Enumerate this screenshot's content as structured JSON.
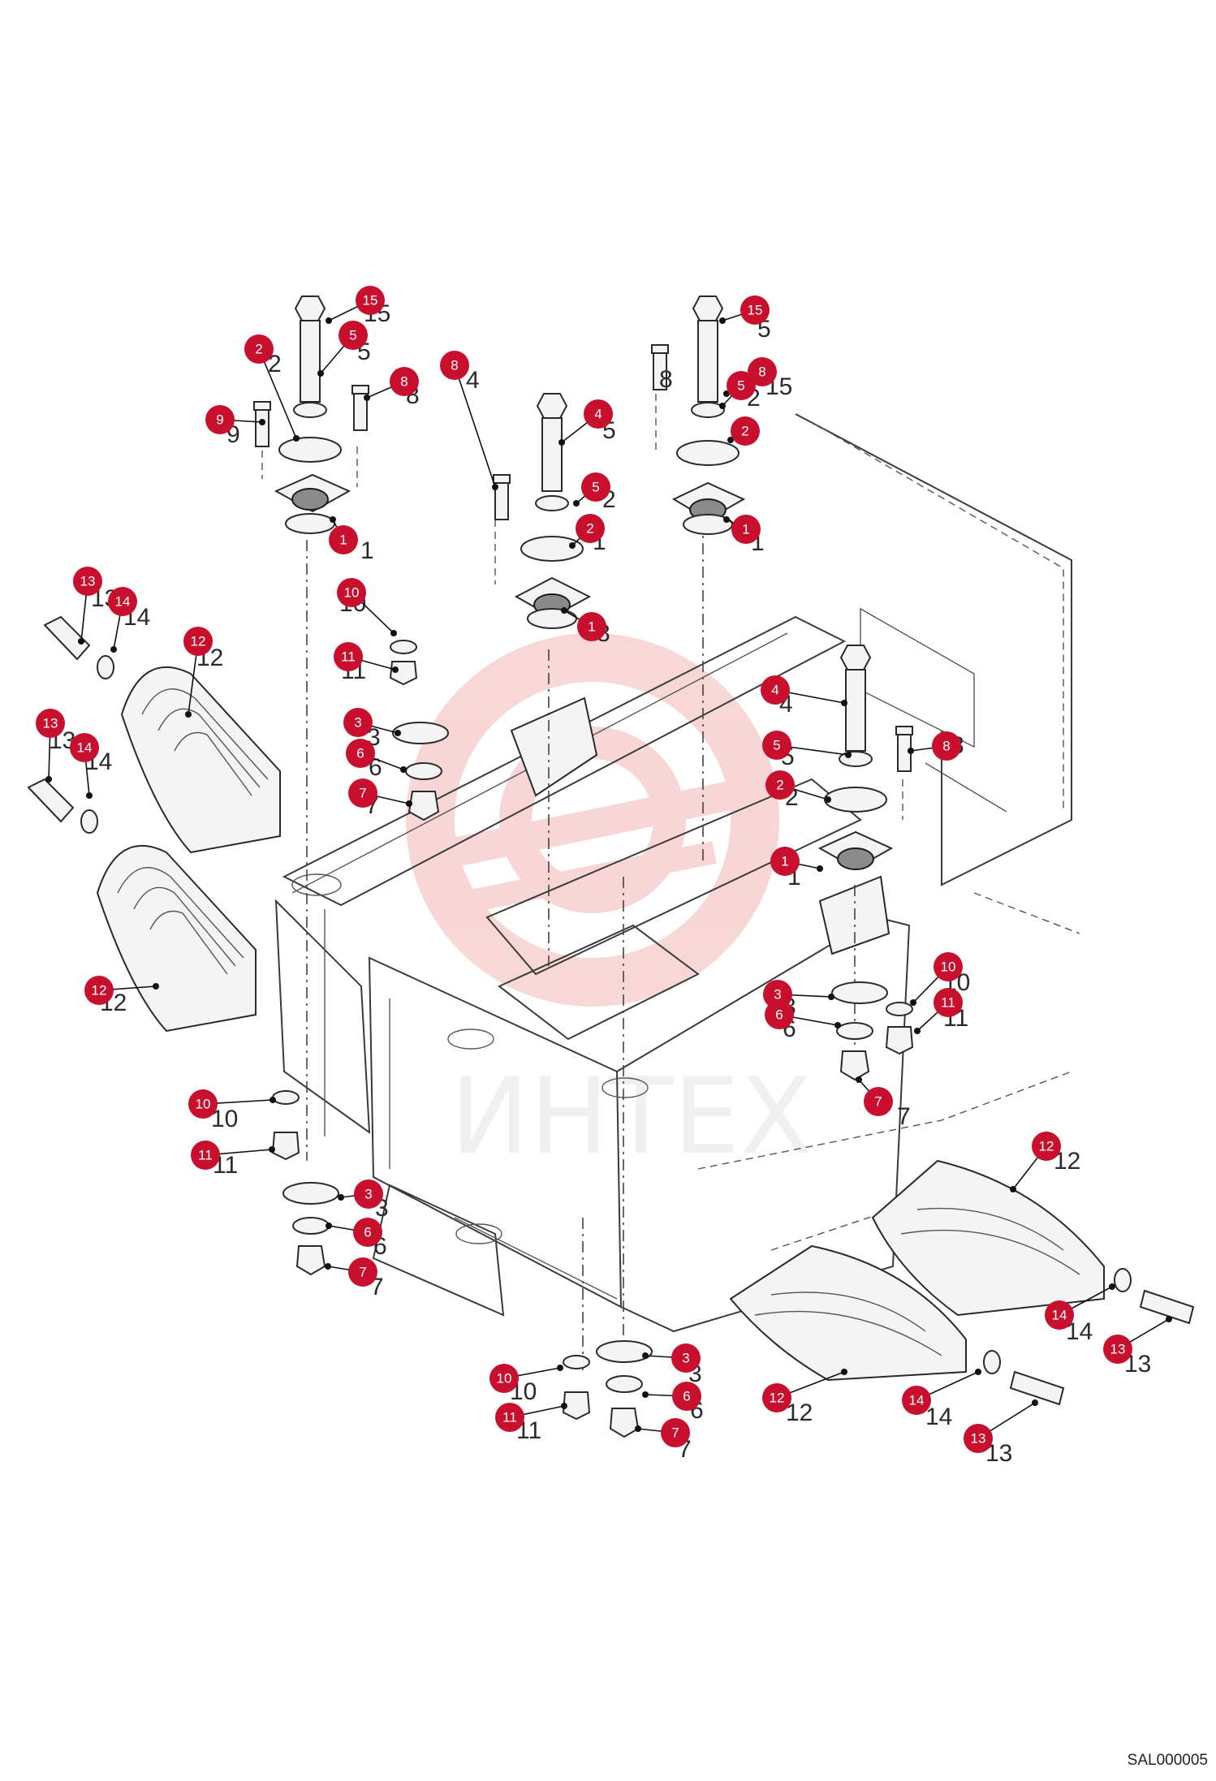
{
  "diagram_code": "SAL000005",
  "watermark_text": "ИНТЕХ",
  "colors": {
    "callout": "#c8102e",
    "watermark": "#f3b6b6",
    "line": "#3a3a3a"
  },
  "callouts": [
    {
      "id": "c1",
      "label": "15"
    },
    {
      "id": "c2",
      "label": "5"
    },
    {
      "id": "c3",
      "label": "2"
    },
    {
      "id": "c4",
      "label": "8"
    },
    {
      "id": "c5",
      "label": "9"
    },
    {
      "id": "c6",
      "label": "1"
    },
    {
      "id": "c7",
      "label": "8"
    },
    {
      "id": "c8",
      "label": "4"
    },
    {
      "id": "c9",
      "label": "5"
    },
    {
      "id": "c10",
      "label": "2"
    },
    {
      "id": "c11",
      "label": "1"
    },
    {
      "id": "c12",
      "label": "8"
    },
    {
      "id": "c13",
      "label": "15"
    },
    {
      "id": "c14",
      "label": "5"
    },
    {
      "id": "c15",
      "label": "2"
    },
    {
      "id": "c16",
      "label": "1"
    },
    {
      "id": "c17",
      "label": "10"
    },
    {
      "id": "c18",
      "label": "11"
    },
    {
      "id": "c19",
      "label": "3"
    },
    {
      "id": "c20",
      "label": "6"
    },
    {
      "id": "c21",
      "label": "7"
    },
    {
      "id": "c22",
      "label": "13"
    },
    {
      "id": "c23",
      "label": "14"
    },
    {
      "id": "c24",
      "label": "12"
    },
    {
      "id": "c25",
      "label": "13"
    },
    {
      "id": "c26",
      "label": "14"
    },
    {
      "id": "c27",
      "label": "12"
    },
    {
      "id": "c28",
      "label": "4"
    },
    {
      "id": "c29",
      "label": "5"
    },
    {
      "id": "c30",
      "label": "8"
    },
    {
      "id": "c31",
      "label": "2"
    },
    {
      "id": "c32",
      "label": "1"
    },
    {
      "id": "c33",
      "label": "10"
    },
    {
      "id": "c34",
      "label": "11"
    },
    {
      "id": "c35",
      "label": "3"
    },
    {
      "id": "c36",
      "label": "6"
    },
    {
      "id": "c37",
      "label": "7"
    },
    {
      "id": "c38",
      "label": "10"
    },
    {
      "id": "c39",
      "label": "11"
    },
    {
      "id": "c40",
      "label": "3"
    },
    {
      "id": "c41",
      "label": "6"
    },
    {
      "id": "c42",
      "label": "7"
    },
    {
      "id": "c43",
      "label": "12"
    },
    {
      "id": "c44",
      "label": "14"
    },
    {
      "id": "c45",
      "label": "13"
    },
    {
      "id": "c46",
      "label": "10"
    },
    {
      "id": "c47",
      "label": "11"
    },
    {
      "id": "c48",
      "label": "3"
    },
    {
      "id": "c49",
      "label": "6"
    },
    {
      "id": "c50",
      "label": "7"
    },
    {
      "id": "c51",
      "label": "12"
    },
    {
      "id": "c52",
      "label": "14"
    },
    {
      "id": "c53",
      "label": "13"
    }
  ],
  "part_numbers": [
    "15",
    "5",
    "2",
    "8",
    "9",
    "1",
    "4",
    "5",
    "2",
    "1",
    "8",
    "15",
    "5",
    "2",
    "1",
    "10",
    "11",
    "3",
    "6",
    "7",
    "13",
    "14",
    "12",
    "13",
    "14",
    "12",
    "4",
    "5",
    "8",
    "2",
    "1",
    "10",
    "11",
    "3",
    "6",
    "7",
    "10",
    "11",
    "3",
    "6",
    "7",
    "12",
    "14",
    "13",
    "10",
    "11",
    "3",
    "6",
    "7",
    "12",
    "14",
    "13",
    "8",
    "8"
  ]
}
